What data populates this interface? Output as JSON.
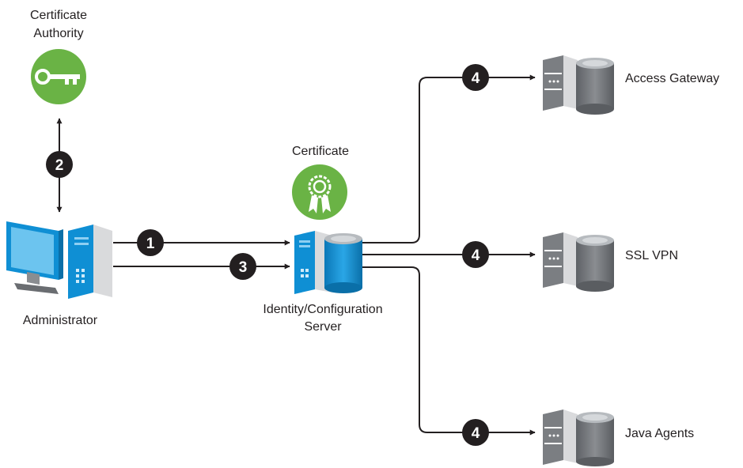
{
  "nodes": {
    "certificate_authority": {
      "label_line1": "Certificate",
      "label_line2": "Authority",
      "icon": "key-icon"
    },
    "certificate": {
      "label": "Certificate",
      "icon": "certificate-ribbon-icon"
    },
    "administrator": {
      "label": "Administrator",
      "icon": "workstation-icon"
    },
    "identity_server": {
      "label_line1": "Identity/Configuration",
      "label_line2": "Server",
      "icon": "server-database-icon"
    },
    "access_gateway": {
      "label": "Access Gateway",
      "icon": "server-database-icon"
    },
    "ssl_vpn": {
      "label": "SSL VPN",
      "icon": "server-database-icon"
    },
    "java_agents": {
      "label": "Java Agents",
      "icon": "server-database-icon"
    }
  },
  "steps": {
    "s1": "1",
    "s2": "2",
    "s3": "3",
    "s4_top": "4",
    "s4_mid": "4",
    "s4_bottom": "4"
  },
  "colors": {
    "green": "#6ab345",
    "blue": "#0f8fd4",
    "gray": "#7b7e82",
    "dark": "#231f20"
  }
}
